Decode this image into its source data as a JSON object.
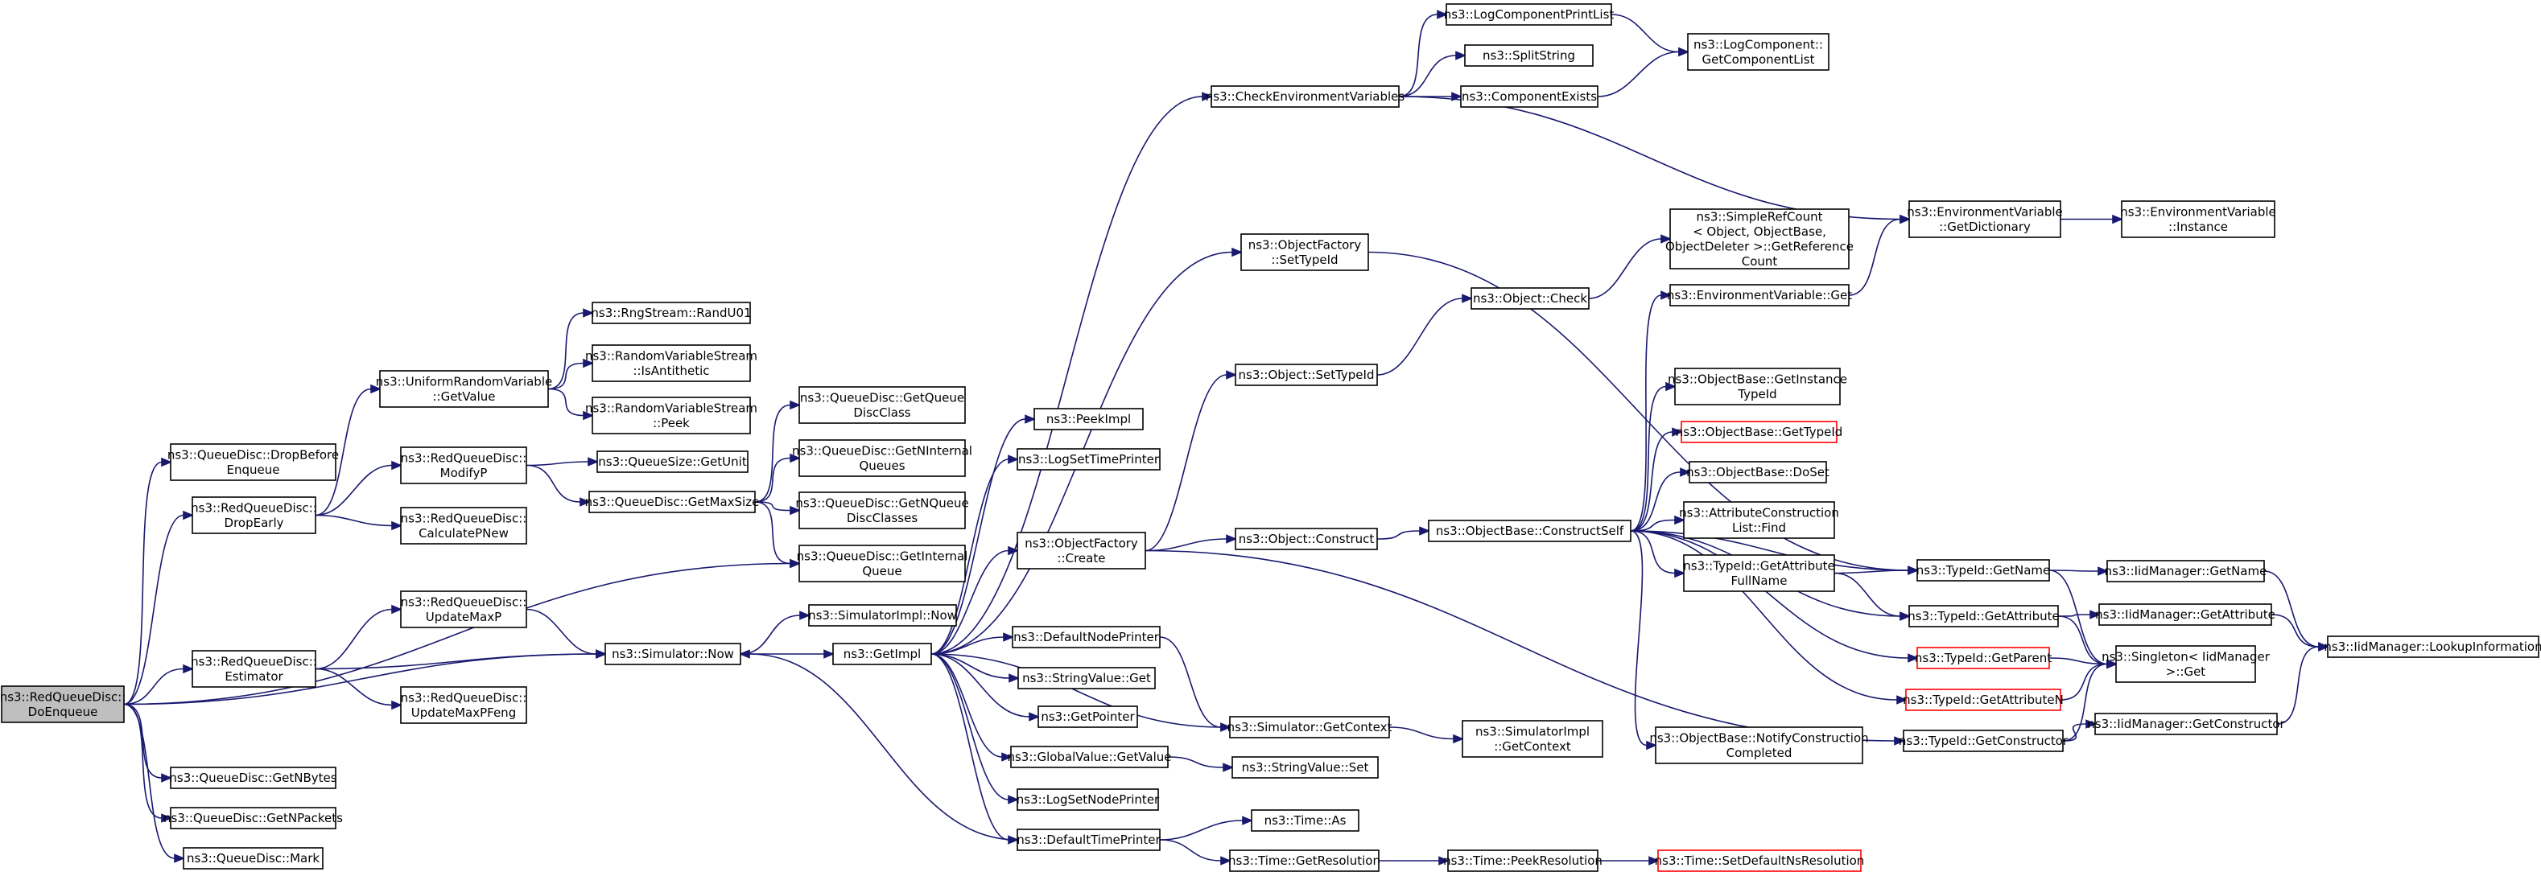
{
  "colors": {
    "edge": "#191970",
    "node_border": "#000000",
    "node_border_missing": "#ff0000",
    "root_fill": "#bfbfbf",
    "node_fill": "#ffffff"
  },
  "nodes": [
    {
      "id": "root",
      "lines": [
        "ns3::RedQueueDisc::",
        "DoEnqueue"
      ]
    },
    {
      "id": "dropBeforeEnqueue",
      "lines": [
        "ns3::QueueDisc::DropBefore",
        "Enqueue"
      ]
    },
    {
      "id": "dropEarly",
      "lines": [
        "ns3::RedQueueDisc::",
        "DropEarly"
      ]
    },
    {
      "id": "estimator",
      "lines": [
        "ns3::RedQueueDisc::",
        "Estimator"
      ]
    },
    {
      "id": "getNBytes",
      "lines": [
        "ns3::QueueDisc::GetNBytes"
      ]
    },
    {
      "id": "getNPackets",
      "lines": [
        "ns3::QueueDisc::GetNPackets"
      ]
    },
    {
      "id": "mark",
      "lines": [
        "ns3::QueueDisc::Mark"
      ]
    },
    {
      "id": "uniformGetValue",
      "lines": [
        "ns3::UniformRandomVariable",
        "::GetValue"
      ]
    },
    {
      "id": "modifyP",
      "lines": [
        "ns3::RedQueueDisc::",
        "ModifyP"
      ]
    },
    {
      "id": "calculatePNew",
      "lines": [
        "ns3::RedQueueDisc::",
        "CalculatePNew"
      ]
    },
    {
      "id": "updateMaxP",
      "lines": [
        "ns3::RedQueueDisc::",
        "UpdateMaxP"
      ]
    },
    {
      "id": "updateMaxPFeng",
      "lines": [
        "ns3::RedQueueDisc::",
        "UpdateMaxPFeng"
      ]
    },
    {
      "id": "randU01",
      "lines": [
        "ns3::RngStream::RandU01"
      ]
    },
    {
      "id": "isAntithetic",
      "lines": [
        "ns3::RandomVariableStream",
        "::IsAntithetic"
      ]
    },
    {
      "id": "peek",
      "lines": [
        "ns3::RandomVariableStream",
        "::Peek"
      ]
    },
    {
      "id": "getUnit",
      "lines": [
        "ns3::QueueSize::GetUnit"
      ]
    },
    {
      "id": "getMaxSize",
      "lines": [
        "ns3::QueueDisc::GetMaxSize"
      ]
    },
    {
      "id": "simulatorNow",
      "lines": [
        "ns3::Simulator::Now"
      ]
    },
    {
      "id": "getQueueDiscClass",
      "lines": [
        "ns3::QueueDisc::GetQueue",
        "DiscClass"
      ]
    },
    {
      "id": "getNInternalQueues",
      "lines": [
        "ns3::QueueDisc::GetNInternal",
        "Queues"
      ]
    },
    {
      "id": "getNQueueDiscClasses",
      "lines": [
        "ns3::QueueDisc::GetNQueue",
        "DiscClasses"
      ]
    },
    {
      "id": "getInternalQueue",
      "lines": [
        "ns3::QueueDisc::GetInternal",
        "Queue"
      ]
    },
    {
      "id": "simImplNow",
      "lines": [
        "ns3::SimulatorImpl::Now"
      ]
    },
    {
      "id": "getImpl",
      "lines": [
        "ns3::GetImpl"
      ]
    },
    {
      "id": "peekImpl",
      "lines": [
        "ns3::PeekImpl"
      ]
    },
    {
      "id": "logSetTimePrinter",
      "lines": [
        "ns3::LogSetTimePrinter"
      ]
    },
    {
      "id": "objectFactoryCreate",
      "lines": [
        "ns3::ObjectFactory",
        "::Create"
      ]
    },
    {
      "id": "defaultNodePrinter",
      "lines": [
        "ns3::DefaultNodePrinter"
      ]
    },
    {
      "id": "stringValueGet",
      "lines": [
        "ns3::StringValue::Get"
      ]
    },
    {
      "id": "getPointer",
      "lines": [
        "ns3::GetPointer"
      ]
    },
    {
      "id": "globalValueGetValue",
      "lines": [
        "ns3::GlobalValue::GetValue"
      ]
    },
    {
      "id": "logSetNodePrinter",
      "lines": [
        "ns3::LogSetNodePrinter"
      ]
    },
    {
      "id": "defaultTimePrinter",
      "lines": [
        "ns3::DefaultTimePrinter"
      ]
    },
    {
      "id": "checkEnvVars",
      "lines": [
        "ns3::CheckEnvironmentVariables"
      ]
    },
    {
      "id": "setTypeIdFactory",
      "lines": [
        "ns3::ObjectFactory",
        "::SetTypeId"
      ]
    },
    {
      "id": "objectSetTypeId",
      "lines": [
        "ns3::Object::SetTypeId"
      ]
    },
    {
      "id": "objectConstruct",
      "lines": [
        "ns3::Object::Construct"
      ]
    },
    {
      "id": "simGetContext",
      "lines": [
        "ns3::Simulator::GetContext"
      ]
    },
    {
      "id": "stringValueSet",
      "lines": [
        "ns3::StringValue::Set"
      ]
    },
    {
      "id": "timeAs",
      "lines": [
        "ns3::Time::As"
      ]
    },
    {
      "id": "timeGetResolution",
      "lines": [
        "ns3::Time::GetResolution"
      ]
    },
    {
      "id": "logComponentPrintList",
      "lines": [
        "ns3::LogComponentPrintList"
      ]
    },
    {
      "id": "splitString",
      "lines": [
        "ns3::SplitString"
      ]
    },
    {
      "id": "componentExists",
      "lines": [
        "ns3::ComponentExists"
      ]
    },
    {
      "id": "objectCheck",
      "lines": [
        "ns3::Object::Check"
      ]
    },
    {
      "id": "constructSelf",
      "lines": [
        "ns3::ObjectBase::ConstructSelf"
      ]
    },
    {
      "id": "simImplGetContext",
      "lines": [
        "ns3::SimulatorImpl",
        "::GetContext"
      ]
    },
    {
      "id": "timePeekResolution",
      "lines": [
        "ns3::Time::PeekResolution"
      ]
    },
    {
      "id": "getComponentList",
      "lines": [
        "ns3::LogComponent::",
        "GetComponentList"
      ]
    },
    {
      "id": "simpleRefCount",
      "lines": [
        "ns3::SimpleRefCount",
        "< Object, ObjectBase,",
        "ObjectDeleter >::GetReference",
        "Count"
      ]
    },
    {
      "id": "envVarGet",
      "lines": [
        "ns3::EnvironmentVariable::Get"
      ]
    },
    {
      "id": "getInstanceTypeId",
      "lines": [
        "ns3::ObjectBase::GetInstance",
        "TypeId"
      ]
    },
    {
      "id": "getTypeIdObjBase",
      "lines": [
        "ns3::ObjectBase::GetTypeId"
      ],
      "missing": true
    },
    {
      "id": "doSet",
      "lines": [
        "ns3::ObjectBase::DoSet"
      ]
    },
    {
      "id": "attrConstructionListFind",
      "lines": [
        "ns3::AttributeConstruction",
        "List::Find"
      ]
    },
    {
      "id": "getAttributeFullName",
      "lines": [
        "ns3::TypeId::GetAttribute",
        "FullName"
      ]
    },
    {
      "id": "notifyConstructionCompleted",
      "lines": [
        "ns3::ObjectBase::NotifyConstruction",
        "Completed"
      ]
    },
    {
      "id": "setDefaultNsResolution",
      "lines": [
        "ns3::Time::SetDefaultNsResolution"
      ],
      "missing": true
    },
    {
      "id": "envVarGetDictionary",
      "lines": [
        "ns3::EnvironmentVariable",
        "::GetDictionary"
      ]
    },
    {
      "id": "typeIdGetName",
      "lines": [
        "ns3::TypeId::GetName"
      ]
    },
    {
      "id": "typeIdGetAttribute",
      "lines": [
        "ns3::TypeId::GetAttribute"
      ]
    },
    {
      "id": "typeIdGetParent",
      "lines": [
        "ns3::TypeId::GetParent"
      ],
      "missing": true
    },
    {
      "id": "typeIdGetAttributeN",
      "lines": [
        "ns3::TypeId::GetAttributeN"
      ],
      "missing": true
    },
    {
      "id": "typeIdGetConstructor",
      "lines": [
        "ns3::TypeId::GetConstructor"
      ]
    },
    {
      "id": "envVarInstance",
      "lines": [
        "ns3::EnvironmentVariable",
        "::Instance"
      ]
    },
    {
      "id": "iidManagerGetName",
      "lines": [
        "ns3::IidManager::GetName"
      ]
    },
    {
      "id": "iidManagerGetAttribute",
      "lines": [
        "ns3::IidManager::GetAttribute"
      ]
    },
    {
      "id": "singletonGet",
      "lines": [
        "ns3::Singleton< IidManager",
        ">::Get"
      ]
    },
    {
      "id": "iidManagerGetConstructor",
      "lines": [
        "ns3::IidManager::GetConstructor"
      ]
    },
    {
      "id": "lookupInformation",
      "lines": [
        "ns3::IidManager::LookupInformation"
      ]
    }
  ],
  "edges": [
    [
      "root",
      "dropBeforeEnqueue"
    ],
    [
      "root",
      "dropEarly"
    ],
    [
      "root",
      "estimator"
    ],
    [
      "root",
      "getNBytes"
    ],
    [
      "root",
      "getNPackets"
    ],
    [
      "root",
      "mark"
    ],
    [
      "root",
      "getInternalQueue"
    ],
    [
      "root",
      "simulatorNow"
    ],
    [
      "dropEarly",
      "uniformGetValue"
    ],
    [
      "dropEarly",
      "modifyP"
    ],
    [
      "dropEarly",
      "calculatePNew"
    ],
    [
      "estimator",
      "updateMaxP"
    ],
    [
      "estimator",
      "simulatorNow"
    ],
    [
      "estimator",
      "updateMaxPFeng"
    ],
    [
      "uniformGetValue",
      "randU01"
    ],
    [
      "uniformGetValue",
      "isAntithetic"
    ],
    [
      "uniformGetValue",
      "peek"
    ],
    [
      "modifyP",
      "getUnit"
    ],
    [
      "modifyP",
      "getMaxSize"
    ],
    [
      "updateMaxP",
      "simulatorNow"
    ],
    [
      "getMaxSize",
      "getQueueDiscClass"
    ],
    [
      "getMaxSize",
      "getNInternalQueues"
    ],
    [
      "getMaxSize",
      "getNQueueDiscClasses"
    ],
    [
      "getMaxSize",
      "getInternalQueue"
    ],
    [
      "simulatorNow",
      "simImplNow"
    ],
    [
      "simulatorNow",
      "getImpl"
    ],
    [
      "getImpl",
      "peekImpl"
    ],
    [
      "getImpl",
      "logSetTimePrinter"
    ],
    [
      "getImpl",
      "objectFactoryCreate"
    ],
    [
      "getImpl",
      "defaultNodePrinter"
    ],
    [
      "getImpl",
      "stringValueGet"
    ],
    [
      "getImpl",
      "getPointer"
    ],
    [
      "getImpl",
      "globalValueGetValue"
    ],
    [
      "getImpl",
      "logSetNodePrinter"
    ],
    [
      "getImpl",
      "defaultTimePrinter"
    ],
    [
      "getImpl",
      "checkEnvVars"
    ],
    [
      "getImpl",
      "setTypeIdFactory"
    ],
    [
      "getImpl",
      "simGetContext"
    ],
    [
      "defaultNodePrinter",
      "simGetContext"
    ],
    [
      "defaultTimePrinter",
      "simulatorNow"
    ],
    [
      "defaultTimePrinter",
      "timeAs"
    ],
    [
      "defaultTimePrinter",
      "timeGetResolution"
    ],
    [
      "globalValueGetValue",
      "stringValueSet"
    ],
    [
      "objectFactoryCreate",
      "objectSetTypeId"
    ],
    [
      "objectFactoryCreate",
      "objectConstruct"
    ],
    [
      "objectFactoryCreate",
      "typeIdGetConstructor"
    ],
    [
      "setTypeIdFactory",
      "typeIdGetName"
    ],
    [
      "checkEnvVars",
      "logComponentPrintList"
    ],
    [
      "checkEnvVars",
      "splitString"
    ],
    [
      "checkEnvVars",
      "componentExists"
    ],
    [
      "checkEnvVars",
      "envVarGetDictionary"
    ],
    [
      "logComponentPrintList",
      "getComponentList"
    ],
    [
      "componentExists",
      "getComponentList"
    ],
    [
      "objectSetTypeId",
      "objectCheck"
    ],
    [
      "objectCheck",
      "simpleRefCount"
    ],
    [
      "objectConstruct",
      "constructSelf"
    ],
    [
      "simGetContext",
      "simImplGetContext"
    ],
    [
      "timeGetResolution",
      "timePeekResolution"
    ],
    [
      "timePeekResolution",
      "setDefaultNsResolution"
    ],
    [
      "constructSelf",
      "envVarGet"
    ],
    [
      "constructSelf",
      "getInstanceTypeId"
    ],
    [
      "constructSelf",
      "getTypeIdObjBase"
    ],
    [
      "constructSelf",
      "doSet"
    ],
    [
      "constructSelf",
      "attrConstructionListFind"
    ],
    [
      "constructSelf",
      "getAttributeFullName"
    ],
    [
      "constructSelf",
      "typeIdGetName"
    ],
    [
      "constructSelf",
      "typeIdGetAttribute"
    ],
    [
      "constructSelf",
      "typeIdGetParent"
    ],
    [
      "constructSelf",
      "typeIdGetAttributeN"
    ],
    [
      "constructSelf",
      "notifyConstructionCompleted"
    ],
    [
      "envVarGet",
      "envVarGetDictionary"
    ],
    [
      "envVarGetDictionary",
      "envVarInstance"
    ],
    [
      "getAttributeFullName",
      "typeIdGetName"
    ],
    [
      "getAttributeFullName",
      "typeIdGetAttribute"
    ],
    [
      "typeIdGetName",
      "iidManagerGetName"
    ],
    [
      "typeIdGetName",
      "singletonGet"
    ],
    [
      "typeIdGetAttribute",
      "iidManagerGetAttribute"
    ],
    [
      "typeIdGetAttribute",
      "singletonGet"
    ],
    [
      "typeIdGetParent",
      "singletonGet"
    ],
    [
      "typeIdGetAttributeN",
      "singletonGet"
    ],
    [
      "typeIdGetConstructor",
      "singletonGet"
    ],
    [
      "typeIdGetConstructor",
      "iidManagerGetConstructor"
    ],
    [
      "iidManagerGetName",
      "lookupInformation"
    ],
    [
      "iidManagerGetAttribute",
      "lookupInformation"
    ],
    [
      "iidManagerGetConstructor",
      "lookupInformation"
    ]
  ]
}
